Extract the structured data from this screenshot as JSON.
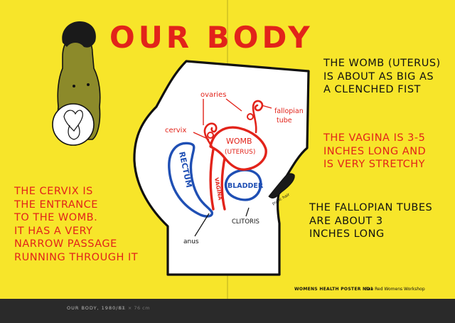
{
  "poster": {
    "title": "OUR BODY",
    "fact_womb": [
      "THE WOMB (UTERUS)",
      "IS ABOUT AS BIG AS",
      "A CLENCHED FIST"
    ],
    "fact_vagina": [
      "THE VAGINA IS 3-5",
      "INCHES LONG AND",
      "IS VERY STRETCHY"
    ],
    "fact_tubes": [
      "THE FALLOPIAN TUBES",
      "ARE ABOUT 3",
      "INCHES LONG"
    ],
    "fact_cervix": [
      "THE CERVIX IS",
      "THE ENTRANCE",
      "TO THE WOMB.",
      "IT HAS A VERY",
      "NARROW PASSAGE",
      "RUNNING THROUGH IT"
    ],
    "footer_poster": "WOMENS HEALTH POSTER NO1",
    "footer_credit": "See Red Womens Workshop"
  },
  "diagram_labels": {
    "ovaries": "ovaries",
    "fallopian": "fallopian",
    "tube": "tube",
    "cervix": "cervix",
    "womb": "WOMB",
    "uterus": "(UTERUS)",
    "rectum": "RECTUM",
    "vagina": "VAGINA",
    "bladder": "BLADDER",
    "clitoris": "CLITORIS",
    "anus": "anus",
    "pubic_hair": "pubic hair"
  },
  "caption": {
    "title": "OUR BODY, 1980/81",
    "size": "51 × 76 cm"
  },
  "colors": {
    "poster_yellow": "#f7e52a",
    "accent_red": "#e2231a",
    "organ_blue": "#1f4fb4",
    "page_dark": "#2a2a2a"
  }
}
